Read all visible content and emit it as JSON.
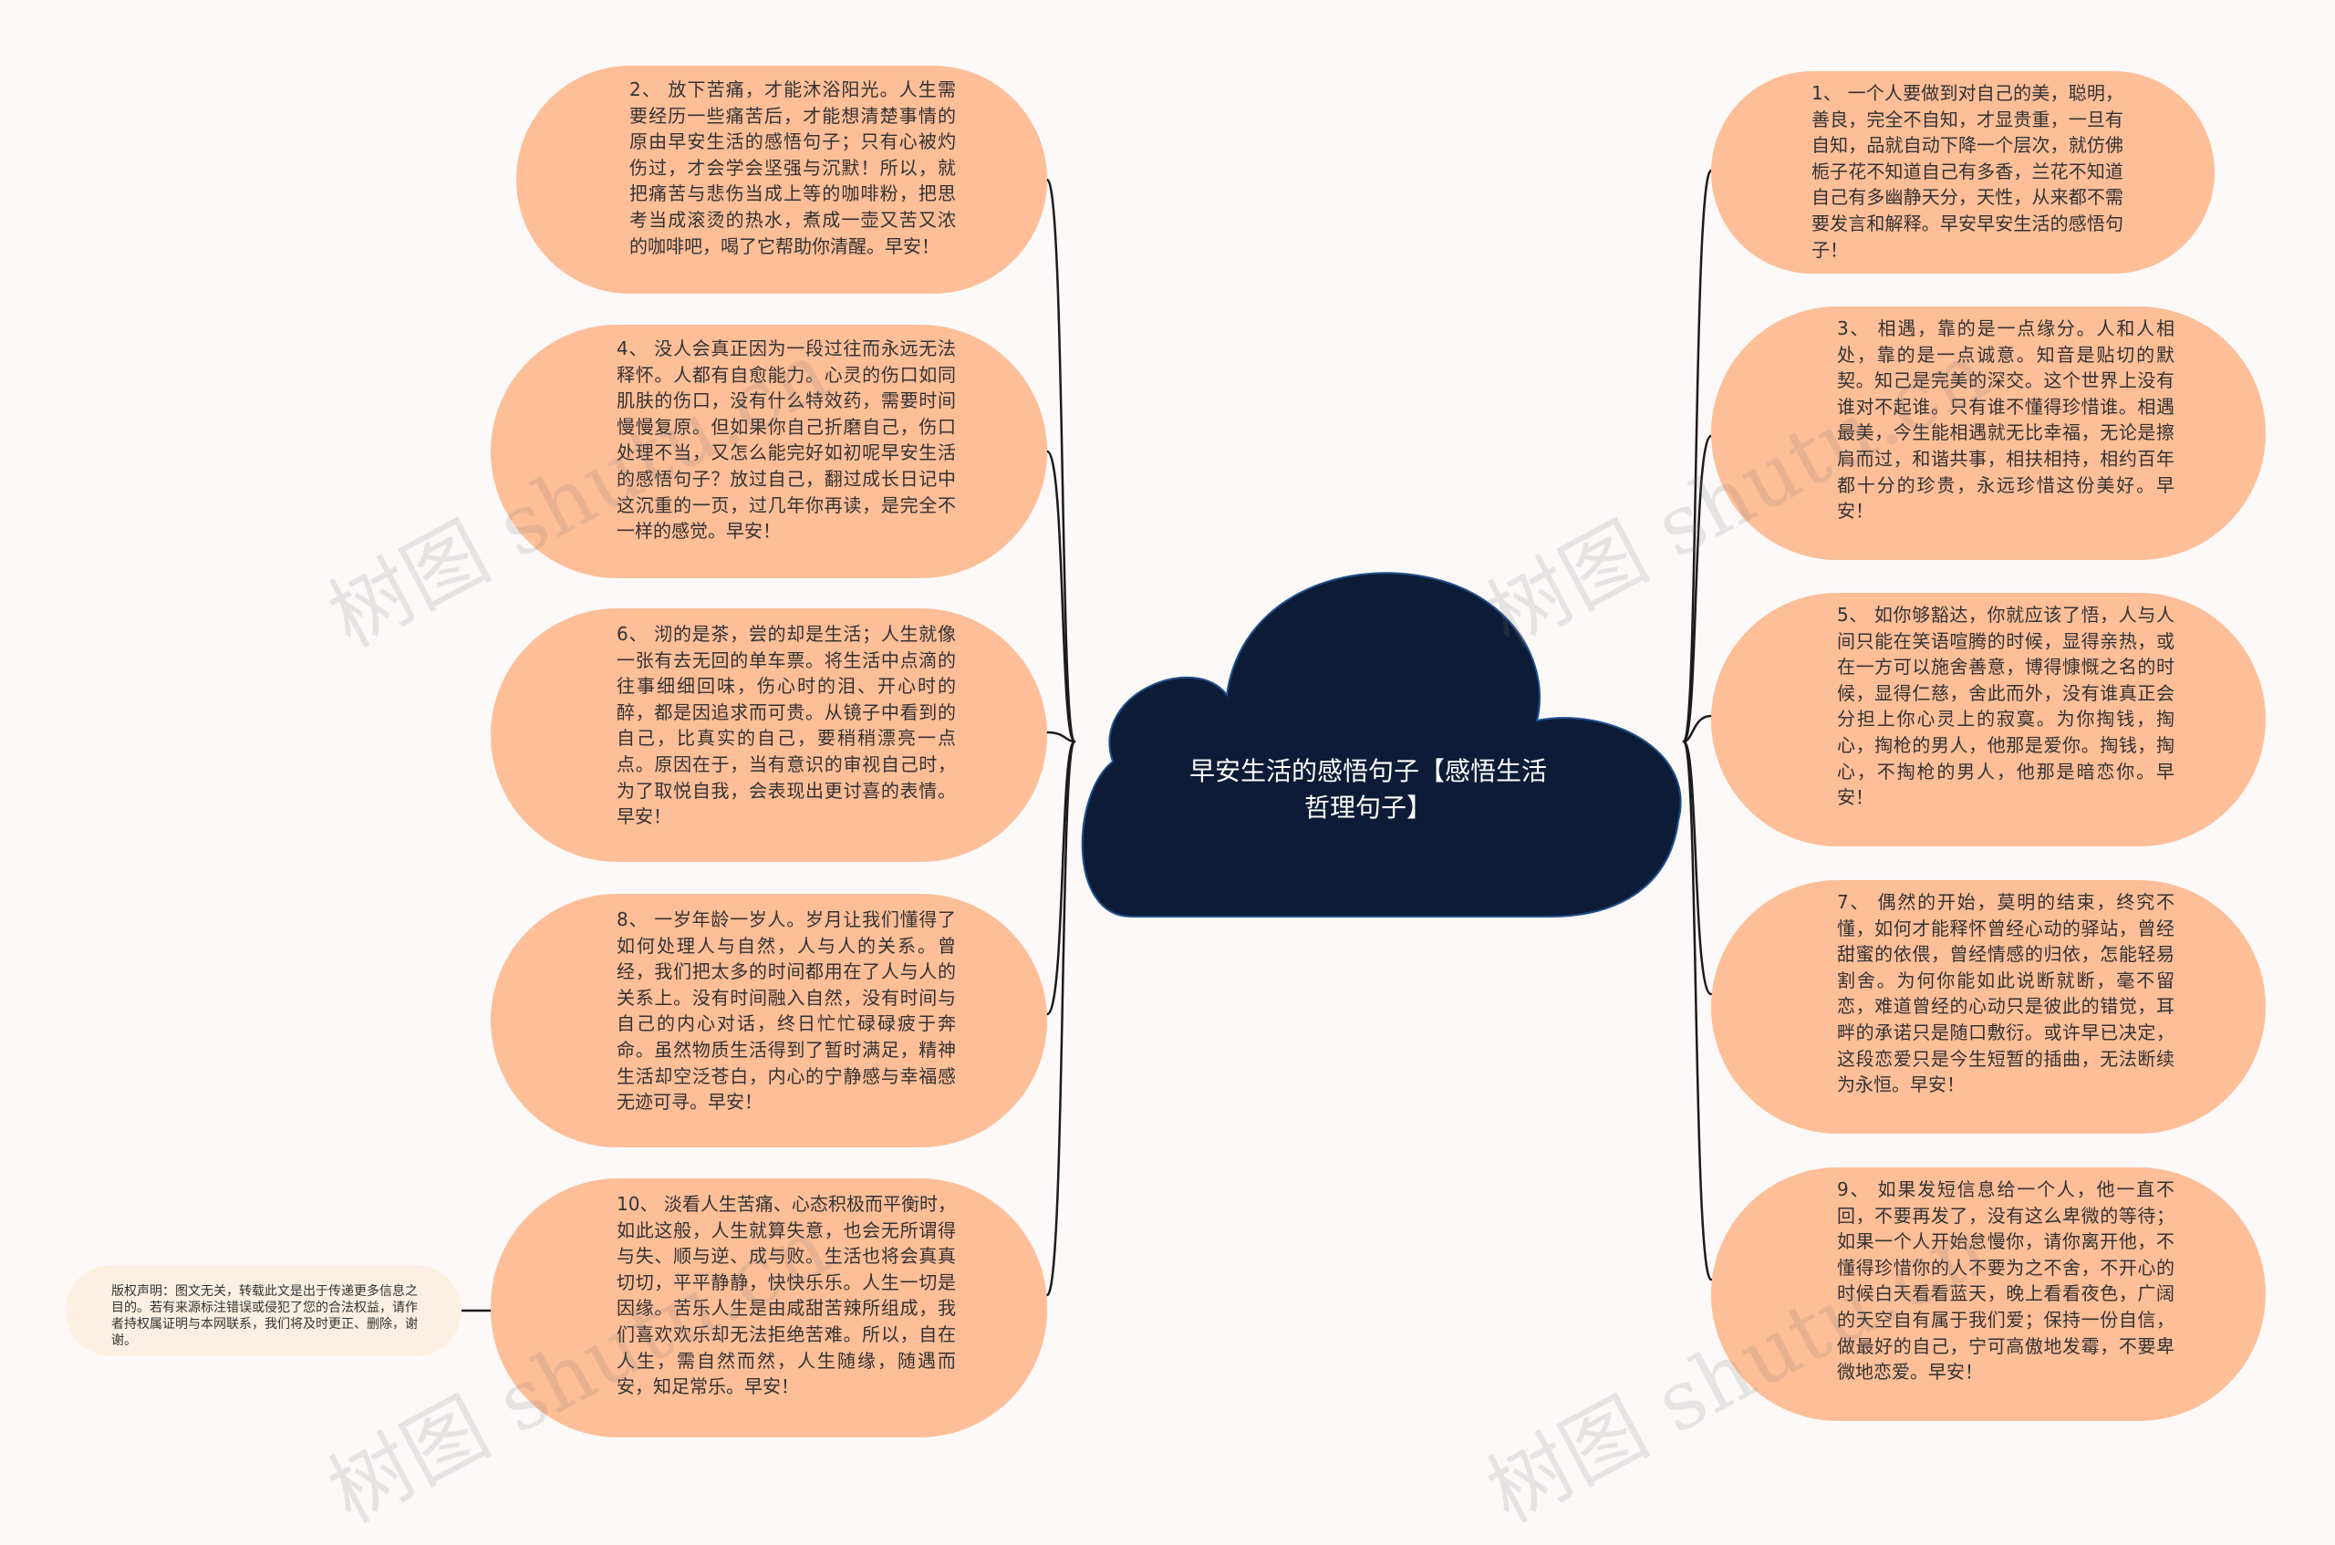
{
  "center": {
    "title": "早安生活的感悟句子【感悟生活哲理句子】"
  },
  "left_nodes": [
    {
      "text": "2、 放下苦痛，才能沐浴阳光。人生需要经历一些痛苦后，才能想清楚事情的原由早安生活的感悟句子；只有心被灼伤过，才会学会坚强与沉默！所以，就把痛苦与悲伤当成上等的咖啡粉，把思考当成滚烫的热水，煮成一壶又苦又浓的咖啡吧，喝了它帮助你清醒。早安！"
    },
    {
      "text": "4、 没人会真正因为一段过往而永远无法释怀。人都有自愈能力。心灵的伤口如同肌肤的伤口，没有什么特效药，需要时间慢慢复原。但如果你自己折磨自己，伤口处理不当，又怎么能完好如初呢早安生活的感悟句子？放过自己，翻过成长日记中这沉重的一页，过几年你再读，是完全不一样的感觉。早安！"
    },
    {
      "text": "6、 沏的是茶，尝的却是生活；人生就像一张有去无回的单车票。将生活中点滴的往事细细回味，伤心时的泪、开心时的醉，都是因追求而可贵。从镜子中看到的自己，比真实的自己，要稍稍漂亮一点点。原因在于，当有意识的审视自己时，为了取悦自我，会表现出更讨喜的表情。早安！"
    },
    {
      "text": "8、 一岁年龄一岁人。岁月让我们懂得了如何处理人与自然，人与人的关系。曾经，我们把太多的时间都用在了人与人的关系上。没有时间融入自然，没有时间与自己的内心对话，终日忙忙碌碌疲于奔命。虽然物质生活得到了暂时满足，精神生活却空泛苍白，内心的宁静感与幸福感无迹可寻。早安！"
    },
    {
      "text": "10、 淡看人生苦痛、心态积极而平衡时，如此这般，人生就算失意，也会无所谓得与失、顺与逆、成与败。生活也将会真真切切，平平静静，快快乐乐。人生一切是因缘。苦乐人生是由咸甜苦辣所组成，我们喜欢欢乐却无法拒绝苦难。所以，自在人生，需自然而然，人生随缘，随遇而安，知足常乐。早安！"
    }
  ],
  "right_nodes": [
    {
      "text": "1、 一个人要做到对自己的美，聪明，善良，完全不自知，才显贵重，一旦有自知，品就自动下降一个层次，就仿佛栀子花不知道自己有多香，兰花不知道自己有多幽静天分，天性，从来都不需要发言和解释。早安早安生活的感悟句子！"
    },
    {
      "text": "3、 相遇，靠的是一点缘分。人和人相处，靠的是一点诚意。知音是贴切的默契。知己是完美的深交。这个世界上没有谁对不起谁。只有谁不懂得珍惜谁。相遇最美，今生能相遇就无比幸福，无论是擦肩而过，和谐共事，相扶相持，相约百年都十分的珍贵，永远珍惜这份美好。早安！"
    },
    {
      "text": "5、 如你够豁达，你就应该了悟，人与人间只能在笑语喧腾的时候，显得亲热，或在一方可以施舍善意，博得慷慨之名的时候，显得仁慈，舍此而外，没有谁真正会分担上你心灵上的寂寞。为你掏钱，掏心，掏枪的男人，他那是爱你。掏钱，掏心，不掏枪的男人，他那是暗恋你。早安！"
    },
    {
      "text": "7、 偶然的开始，莫明的结束，终究不懂，如何才能释怀曾经心动的驿站，曾经甜蜜的依偎，曾经情感的归依，怎能轻易割舍。为何你能如此说断就断，毫不留恋，难道曾经的心动只是彼此的错觉，耳畔的承诺只是随口敷衍。或许早已决定，这段恋爱只是今生短暂的插曲，无法断续为永恒。早安！"
    },
    {
      "text": "9、 如果发短信息给一个人，他一直不回，不要再发了，没有这么卑微的等待；如果一个人开始怠慢你，请你离开他，不懂得珍惜你的人不要为之不舍，不开心的时候白天看看蓝天，晚上看看夜色，广阔的天空自有属于我们爱；保持一份自信，做最好的自己，宁可高傲地发霉，不要卑微地恋爱。早安！"
    }
  ],
  "note": {
    "text": "版权声明：图文无关，转载此文是出于传递更多信息之目的。若有来源标注错误或侵犯了您的合法权益，请作者持权属证明与本网联系，我们将及时更正、删除，谢谢。"
  },
  "watermark": {
    "text": "树图 shutu.cn"
  },
  "colors": {
    "node_fill": "#fdbe98",
    "center_fill": "#0c1c36",
    "line": "#1b1b1b",
    "note_fill": "#fdf0e2"
  }
}
